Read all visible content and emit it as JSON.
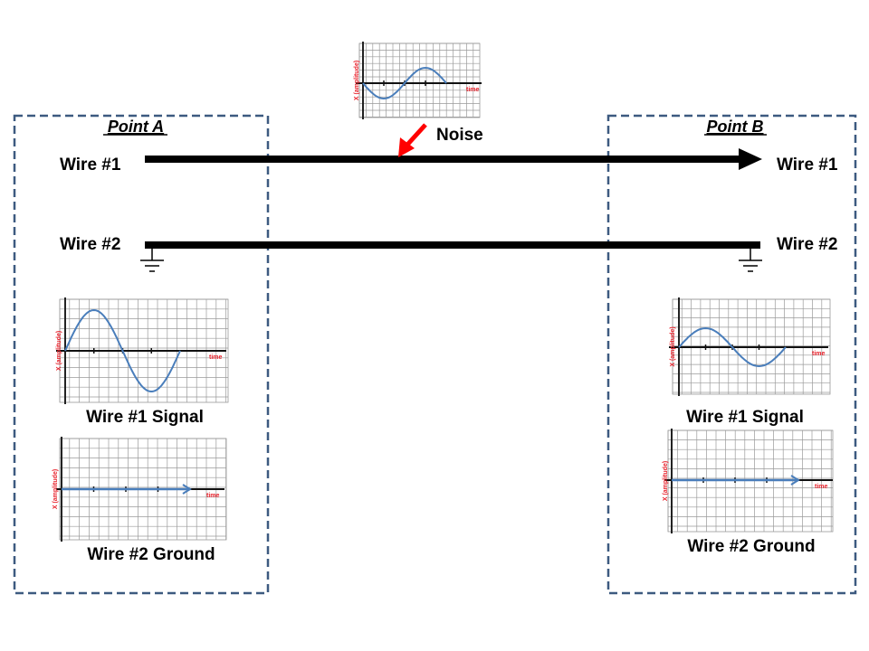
{
  "point_a": {
    "title": "Point A",
    "wire1": "Wire #1",
    "wire2": "Wire #2",
    "signal_caption": "Wire #1 Signal",
    "ground_caption": "Wire #2 Ground"
  },
  "point_b": {
    "title": "Point B",
    "wire1": "Wire #1",
    "wire2": "Wire #2",
    "signal_caption": "Wire #1 Signal",
    "ground_caption": "Wire #2 Ground"
  },
  "noise": {
    "label": "Noise"
  },
  "graph_labels": {
    "y_axis": "X (amplitude)",
    "x_axis": "time"
  },
  "colors": {
    "box_border": "#3d5a80",
    "signal": "#4a7ebb",
    "noise_arrow": "#ff0000",
    "axis_label": "#e8202a"
  }
}
